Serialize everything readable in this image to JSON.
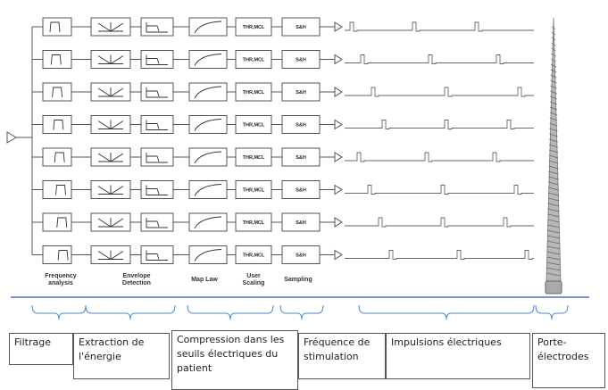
{
  "channel_count": 8,
  "stage_boxes": {
    "gain": "THR,MCL",
    "sampling": "S&H"
  },
  "stage_labels": {
    "frequency": "Frequency analysis",
    "envelope": "Envelope Detection",
    "maplaw": "Map Law",
    "scaling": "User Scaling",
    "sampling": "Sampling"
  },
  "annotations": {
    "filtrage": "Filtrage",
    "extraction": "Extraction de l'énergie",
    "compression": "Compression dans les seuils électriques du patient",
    "frequence": "Fréquence de stimulation",
    "impulsions": "Impulsions électriques",
    "porte": "Porte-électrodes"
  },
  "colors": {
    "line": "#555555",
    "divider": "#2f4fbf",
    "brace": "#4a86c8"
  }
}
